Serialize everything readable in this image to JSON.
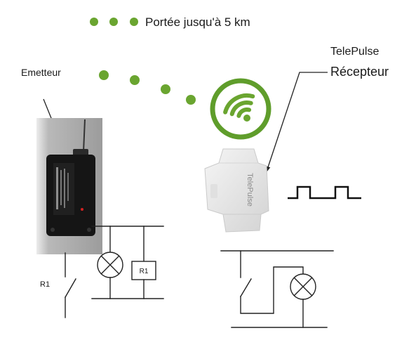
{
  "range_text": "Portée jusqu'à 5 km",
  "emitter_label": "Emetteur",
  "receiver_brand": "TelePulse",
  "receiver_label": "Récepteur",
  "device_text": "TelePulse",
  "switch_label": "R1",
  "relay_label": "R1",
  "colors": {
    "green": "#6aa530",
    "ring": "#5f9d2b",
    "line": "#222222"
  },
  "icons": {
    "signal": "wifi-icon",
    "lamp": "lamp-icon",
    "switch": "switch-icon",
    "pulse": "pulse-waveform-icon"
  }
}
